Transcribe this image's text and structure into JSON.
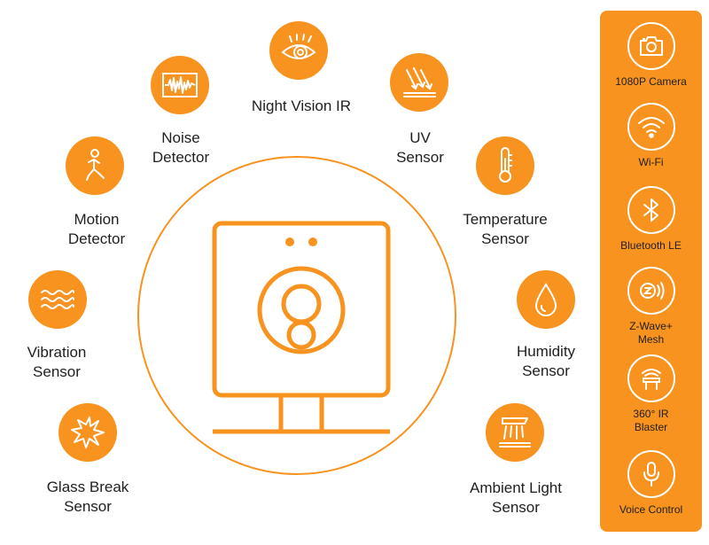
{
  "colors": {
    "accent": "#f7931e",
    "text": "#1f1f1f",
    "icon_stroke": "#ffffff"
  },
  "sensors": [
    {
      "icon": "eye-icon",
      "lines": [
        "Night Vision IR"
      ]
    },
    {
      "icon": "waveform-icon",
      "lines": [
        "Noise",
        "Detector"
      ]
    },
    {
      "icon": "uv-rays-icon",
      "lines": [
        "UV",
        "Sensor"
      ]
    },
    {
      "icon": "running-person-icon",
      "lines": [
        "Motion",
        "Detector"
      ]
    },
    {
      "icon": "thermometer-icon",
      "lines": [
        "Temperature",
        "Sensor"
      ]
    },
    {
      "icon": "vibration-waves-icon",
      "lines": [
        "Vibration",
        "Sensor"
      ]
    },
    {
      "icon": "water-drop-icon",
      "lines": [
        "Humidity",
        "Sensor"
      ]
    },
    {
      "icon": "glass-break-icon",
      "lines": [
        "Glass Break",
        "Sensor"
      ]
    },
    {
      "icon": "ambient-light-icon",
      "lines": [
        "Ambient Light",
        "Sensor"
      ]
    }
  ],
  "connectivity": [
    {
      "icon": "camera-icon",
      "lines": [
        "1080P Camera"
      ]
    },
    {
      "icon": "wifi-icon",
      "lines": [
        "Wi-Fi"
      ]
    },
    {
      "icon": "bluetooth-icon",
      "lines": [
        "Bluetooth LE"
      ]
    },
    {
      "icon": "z-wave-icon",
      "lines": [
        "Z-Wave+",
        "Mesh"
      ]
    },
    {
      "icon": "ir-blaster-icon",
      "lines": [
        "360° IR",
        "Blaster"
      ]
    },
    {
      "icon": "microphone-icon",
      "lines": [
        "Voice Control"
      ]
    }
  ]
}
